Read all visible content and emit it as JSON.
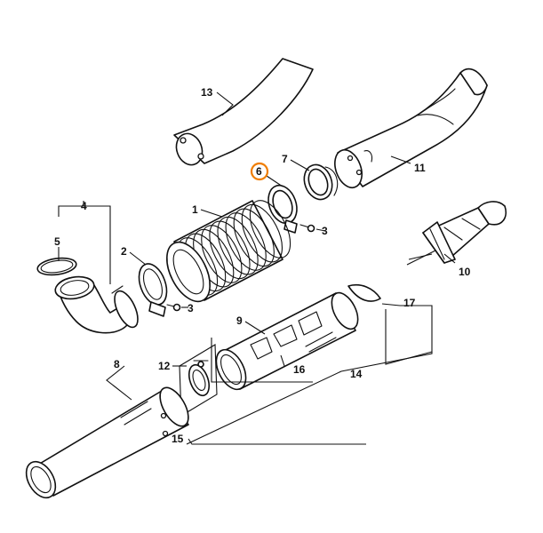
{
  "diagram": {
    "highlight_color": "#f07d00",
    "callouts": {
      "c1": "1",
      "c2": "2",
      "c3a": "3",
      "c3b": "3",
      "c4": "4",
      "c5": "5",
      "c6": "6",
      "c7": "7",
      "c8": "8",
      "c9": "9",
      "c10": "10",
      "c11": "11",
      "c12": "12",
      "c13": "13",
      "c14": "14",
      "c15": "15",
      "c16": "16",
      "c17": "17"
    },
    "highlighted_callout": "6"
  }
}
